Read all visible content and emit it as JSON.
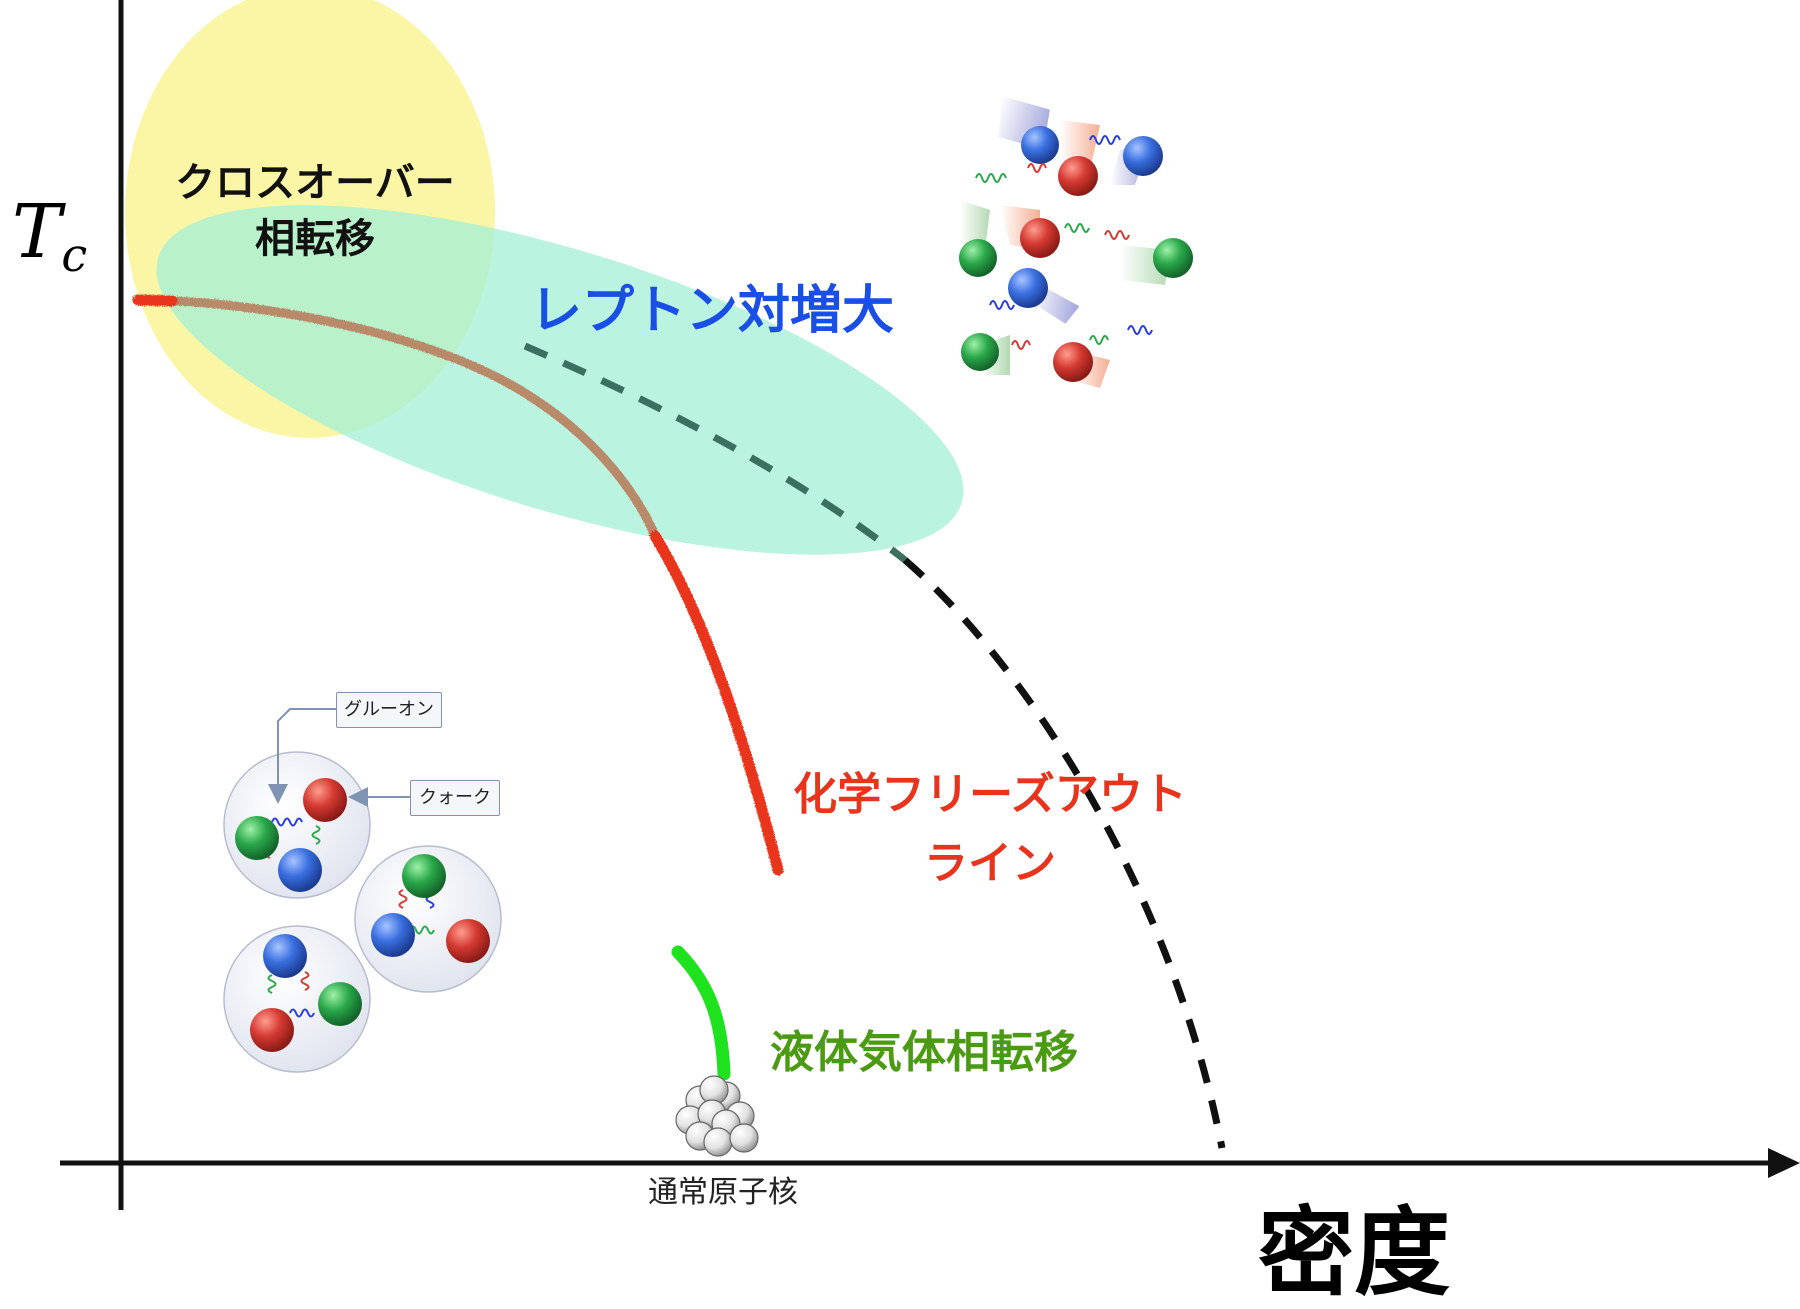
{
  "axes": {
    "y_label_main": "T",
    "y_label_sub": "c",
    "x_label": "密度"
  },
  "regions": {
    "crossover_line1": "クロスオーバー",
    "crossover_line2": "相転移",
    "lepton": "レプトン対増大",
    "freezeout_line1": "化学フリーズアウト",
    "freezeout_line2": "ライン",
    "liquid_gas": "液体気体相転移",
    "nucleus": "通常原子核"
  },
  "callouts": {
    "gluon": "グルーオン",
    "quark": "クォーク"
  },
  "colors": {
    "crossover_region": "#fbf5a6",
    "lepton_region": "#a6f0d6",
    "freezeout_line": "#e8341c",
    "freezeout_line_in_region": "#b88a6a",
    "lepton_text": "#1a4fe6",
    "freezeout_text": "#e8341c",
    "liquidgas_line": "#1fe21f",
    "liquidgas_text": "#4a9a12",
    "quark_red": "#d43a32",
    "quark_green": "#2aa84a",
    "quark_blue": "#3a6fe0"
  }
}
